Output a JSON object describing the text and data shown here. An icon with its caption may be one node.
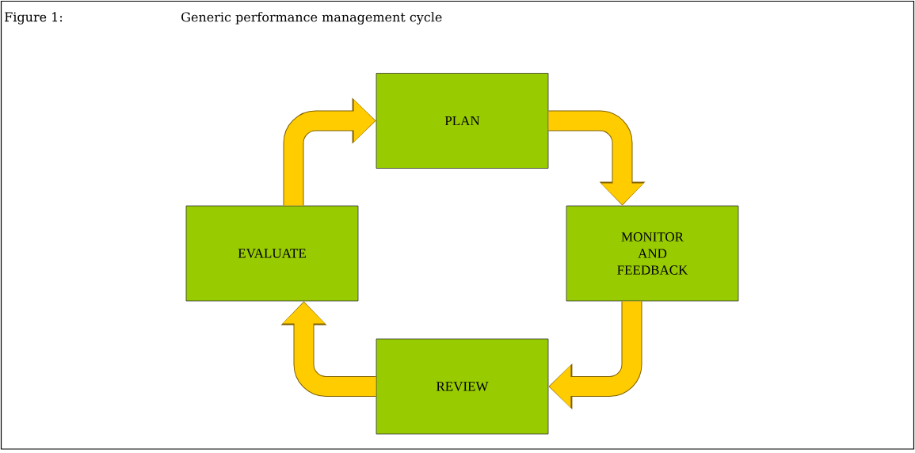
{
  "diagram": {
    "title": "Generic performance management cycle",
    "nodes": [
      {
        "text": [
          "PLAN"
        ]
      },
      {
        "text": [
          "MONITOR AND FEEDBACK"
        ]
      },
      {
        "text": [
          "REVIEW"
        ]
      },
      {
        "text": [
          "EVALUATE"
        ]
      }
    ],
    "edges": [
      {
        "from": 0,
        "to": 1,
        "arrow": "to"
      },
      {
        "from": 1,
        "to": 2,
        "arrow": "to"
      },
      {
        "from": 2,
        "to": 3,
        "arrow": "to"
      },
      {
        "from": 3,
        "to": 0,
        "arrow": "to"
      }
    ],
    "labels": [
      "Figure 1:"
    ]
  }
}
